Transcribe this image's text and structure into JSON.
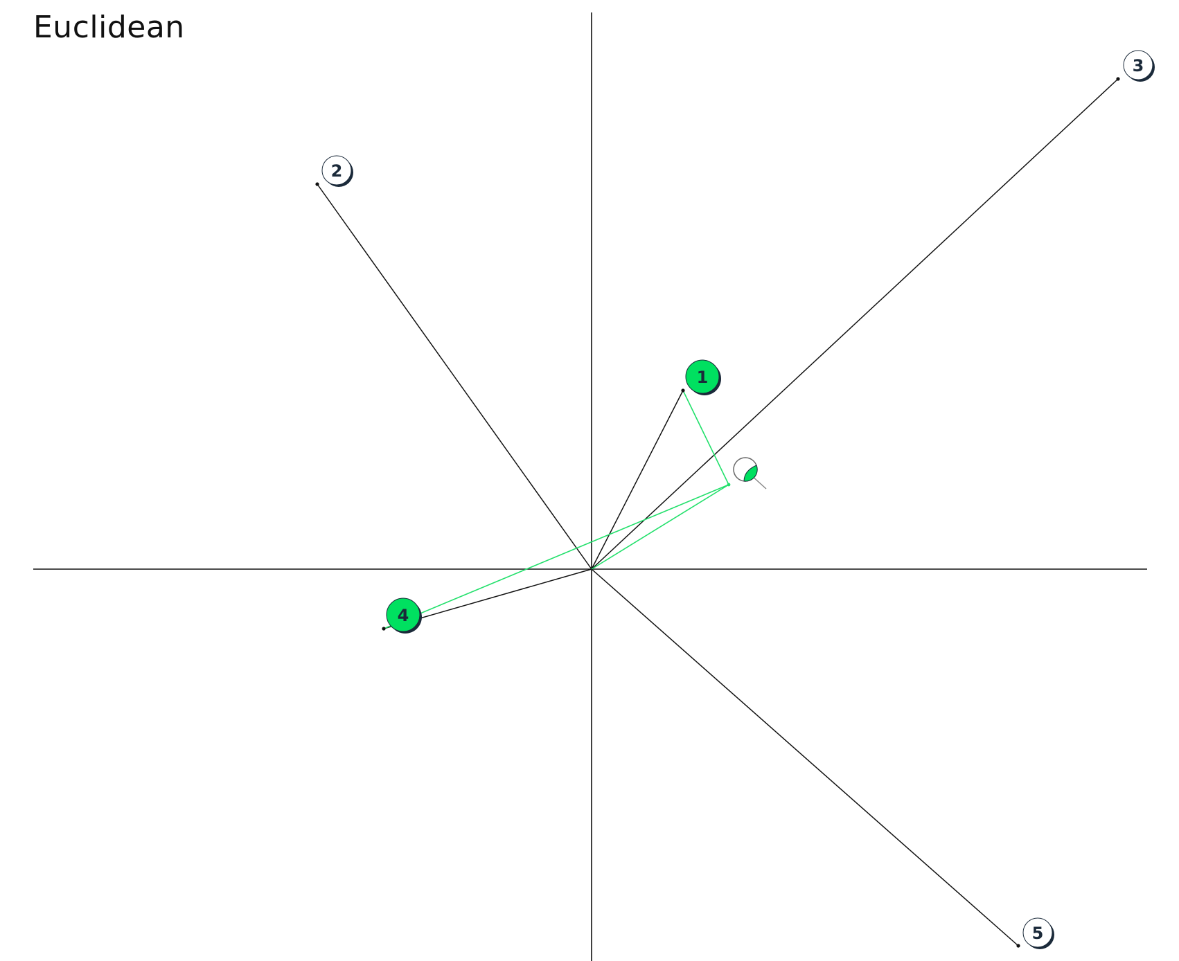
{
  "title": "Euclidean",
  "colors": {
    "axis": "#111111",
    "line": "#111111",
    "highlight": "#22e06b",
    "marker_fill": "#ffffff",
    "marker_highlight_fill": "#00e060",
    "marker_text": "#1b2a3a",
    "marker_shadow": "#1b2a3a"
  },
  "points": [
    {
      "id": "1",
      "label": "1",
      "highlighted": true
    },
    {
      "id": "2",
      "label": "2",
      "highlighted": false
    },
    {
      "id": "3",
      "label": "3",
      "highlighted": false
    },
    {
      "id": "4",
      "label": "4",
      "highlighted": true
    },
    {
      "id": "5",
      "label": "5",
      "highlighted": false
    }
  ],
  "query": {
    "icon": "query-point-icon",
    "highlighted_neighbors": [
      "1",
      "4"
    ]
  }
}
